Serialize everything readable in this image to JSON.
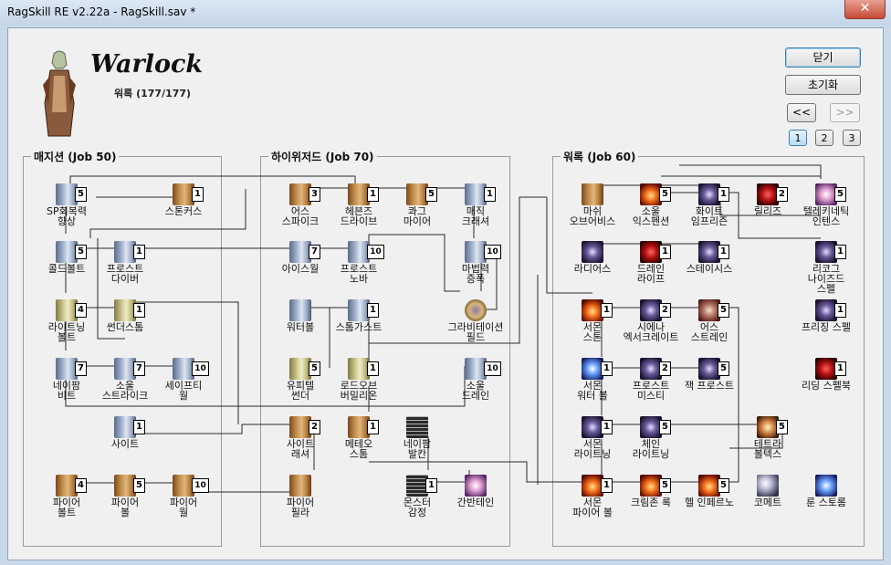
{
  "window": {
    "title": "RagSkill RE v2.22a - RagSkill.sav *",
    "close_label": "✕"
  },
  "header": {
    "job_name": "Warlock",
    "progress": "워록 (177/177)"
  },
  "buttons": {
    "close": "닫기",
    "reset": "초기화",
    "prev": "<<",
    "next": ">>"
  },
  "pages": [
    "1",
    "2",
    "3"
  ],
  "active_page": "1",
  "groups": {
    "mage": "매지션 (Job 50)",
    "wizard": "하이위저드 (Job 70)",
    "warlock": "워록 (Job 60)"
  },
  "skills": [
    {
      "id": "sp-recovery",
      "name": "SP회복력\n향상",
      "level": "5",
      "icon": "scroll silver"
    },
    {
      "id": "stone-curse",
      "name": "스톤커스",
      "level": "1",
      "icon": "scroll"
    },
    {
      "id": "cold-bolt",
      "name": "콜드볼트",
      "level": "5",
      "icon": "scroll silver"
    },
    {
      "id": "frost-diver",
      "name": "프로스트\n다이버",
      "level": "1",
      "icon": "scroll silver"
    },
    {
      "id": "lightning-bolt",
      "name": "라이트닝\n볼트",
      "level": "4",
      "icon": "scroll pale"
    },
    {
      "id": "thunderstorm",
      "name": "썬더스톰",
      "level": "1",
      "icon": "scroll pale"
    },
    {
      "id": "napalm-beat",
      "name": "네이팜\n비트",
      "level": "7",
      "icon": "scroll silver"
    },
    {
      "id": "soul-strike",
      "name": "소울\n스트라이크",
      "level": "7",
      "icon": "scroll silver"
    },
    {
      "id": "safety-wall",
      "name": "세이프티\n월",
      "level": "10",
      "icon": "scroll silver"
    },
    {
      "id": "sight",
      "name": "사이트",
      "level": "1",
      "icon": "scroll silver"
    },
    {
      "id": "fire-bolt",
      "name": "파이어\n볼트",
      "level": "4",
      "icon": "scroll"
    },
    {
      "id": "fire-ball",
      "name": "파이어\n볼",
      "level": "5",
      "icon": "scroll"
    },
    {
      "id": "fire-wall",
      "name": "파이어\n월",
      "level": "10",
      "icon": "scroll"
    },
    {
      "id": "earth-spike",
      "name": "어스\n스파이크",
      "level": "3",
      "icon": "scroll"
    },
    {
      "id": "heavens-drive",
      "name": "헤븐즈\n드라이브",
      "level": "1",
      "icon": "scroll"
    },
    {
      "id": "quagmire",
      "name": "콰그\n마이어",
      "level": "5",
      "icon": "scroll"
    },
    {
      "id": "magic-crasher",
      "name": "매직\n크래셔",
      "level": "1",
      "icon": "scroll silver"
    },
    {
      "id": "ice-wall",
      "name": "아이스월",
      "level": "7",
      "icon": "scroll silver"
    },
    {
      "id": "frost-nova",
      "name": "프로스트\n노바",
      "level": "10",
      "icon": "scroll silver"
    },
    {
      "id": "mystical-amp",
      "name": "마법력\n증폭",
      "level": "10",
      "icon": "scroll silver"
    },
    {
      "id": "water-ball",
      "name": "워터볼",
      "level": "",
      "icon": "scroll silver"
    },
    {
      "id": "storm-gust",
      "name": "스톰가스트",
      "level": "1",
      "icon": "scroll silver"
    },
    {
      "id": "gravitation",
      "name": "그라비테이션\n필드",
      "level": "",
      "icon": "gravity"
    },
    {
      "id": "jupitel",
      "name": "유피텔\n썬더",
      "level": "5",
      "icon": "scroll pale"
    },
    {
      "id": "lord-of-vermilion",
      "name": "로드오브\n버밀리온",
      "level": "1",
      "icon": "scroll pale"
    },
    {
      "id": "soul-drain",
      "name": "소울\n드레인",
      "level": "10",
      "icon": "scroll silver"
    },
    {
      "id": "sightrasher",
      "name": "사이트\n래셔",
      "level": "2",
      "icon": "scroll"
    },
    {
      "id": "meteor-storm",
      "name": "메테오\n스톰",
      "level": "1",
      "icon": "scroll"
    },
    {
      "id": "napalm-vulcan",
      "name": "네이팜\n발칸",
      "level": "",
      "icon": "grid"
    },
    {
      "id": "fire-pillar",
      "name": "파이어\n필라",
      "level": "",
      "icon": "scroll"
    },
    {
      "id": "sense",
      "name": "몬스터\n감정",
      "level": "1",
      "icon": "grid"
    },
    {
      "id": "ganbantein",
      "name": "간반테인",
      "level": "",
      "icon": "pink"
    },
    {
      "id": "marsh-of-abyss",
      "name": "마쉬\n오브어비스",
      "level": "",
      "icon": "scroll"
    },
    {
      "id": "summon-fire",
      "name": "소울\n익스펜션",
      "level": "5",
      "icon": "fire"
    },
    {
      "id": "white-imprison",
      "name": "화이트\n임프리즌",
      "level": "1",
      "icon": "dark"
    },
    {
      "id": "release",
      "name": "릴리즈",
      "level": "2",
      "icon": "red"
    },
    {
      "id": "telekinesis",
      "name": "텔레키네틱\n인텐스",
      "level": "5",
      "icon": "pink"
    },
    {
      "id": "radius",
      "name": "라디어스",
      "level": "",
      "icon": "dark"
    },
    {
      "id": "drain-life",
      "name": "드레인\n라이프",
      "level": "1",
      "icon": "red"
    },
    {
      "id": "stasis",
      "name": "스테이시스",
      "level": "1",
      "icon": "dark"
    },
    {
      "id": "recognized-spell",
      "name": "리코그\n나이즈드\n스펠",
      "level": "1",
      "icon": "dark"
    },
    {
      "id": "summon-stone",
      "name": "서몬\n스톤",
      "level": "1",
      "icon": "fire"
    },
    {
      "id": "jack-frost",
      "name": "시에나\n엑서크레이트",
      "level": "2",
      "icon": "dark"
    },
    {
      "id": "earth-strain",
      "name": "어스\n스트레인",
      "level": "5",
      "icon": "hand"
    },
    {
      "id": "freezing-spell",
      "name": "프리징 스펠",
      "level": "1",
      "icon": "dark"
    },
    {
      "id": "summon-water",
      "name": "서몬\n워터 볼",
      "level": "1",
      "icon": "blue"
    },
    {
      "id": "frost-misty",
      "name": "프로스트\n미스티",
      "level": "2",
      "icon": "dark"
    },
    {
      "id": "jack-frost-2",
      "name": "잭 프로스트",
      "level": "5",
      "icon": "dark"
    },
    {
      "id": "reading-spellbook",
      "name": "리딩 스펠북",
      "level": "1",
      "icon": "red"
    },
    {
      "id": "summon-lightning",
      "name": "서몬\n라이트닝",
      "level": "1",
      "icon": "dark"
    },
    {
      "id": "chain-lightning",
      "name": "체인\n라이트닝",
      "level": "5",
      "icon": "dark"
    },
    {
      "id": "tetra-vortex",
      "name": "테트라\n볼텍스",
      "level": "5",
      "icon": "tetra"
    },
    {
      "id": "summon-fire-ball",
      "name": "서몬\n파이어 볼",
      "level": "1",
      "icon": "fire"
    },
    {
      "id": "crimson-rock",
      "name": "크림존 록",
      "level": "5",
      "icon": "fire"
    },
    {
      "id": "hell-inferno",
      "name": "헬 인페르노",
      "level": "5",
      "icon": "fire"
    },
    {
      "id": "comet",
      "name": "코메트",
      "level": "",
      "icon": "comet"
    },
    {
      "id": "storm-round",
      "name": "룬 스토롬",
      "level": "",
      "icon": "blue"
    }
  ]
}
